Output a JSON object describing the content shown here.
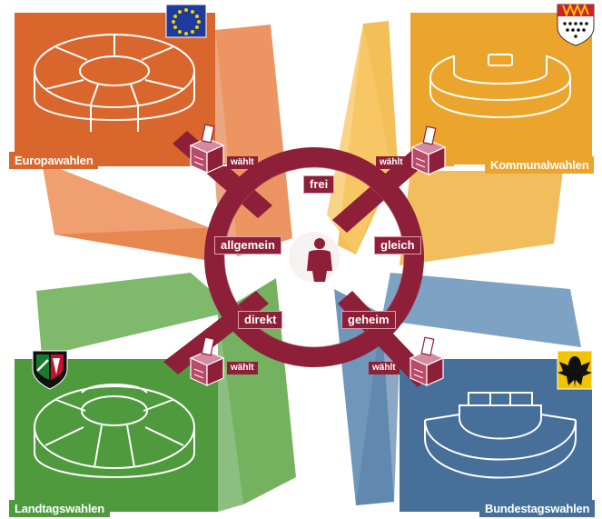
{
  "colors": {
    "europa": "#d9662c",
    "kommunal": "#eba42c",
    "landtag": "#4e9a3d",
    "bundestag": "#46709a",
    "ring": "#8d1f38",
    "person": "#8d1f38"
  },
  "sections": {
    "europa": {
      "label": "Europawahlen",
      "emblem": "eu-flag-icon"
    },
    "kommunal": {
      "label": "Kommunalwahlen",
      "emblem": "koeln-coat-of-arms-icon"
    },
    "landtag": {
      "label": "Landtagswahlen",
      "emblem": "nrw-coat-of-arms-icon"
    },
    "bundestag": {
      "label": "Bundestagswahlen",
      "emblem": "federal-eagle-icon"
    }
  },
  "principles": {
    "top": "frei",
    "left": "allgemein",
    "right": "gleich",
    "bottom_left": "direkt",
    "bottom_right": "geheim"
  },
  "ballot": {
    "label": "wählt",
    "icon": "ballot-box-icon"
  },
  "center": {
    "icon": "voter-person-icon"
  }
}
